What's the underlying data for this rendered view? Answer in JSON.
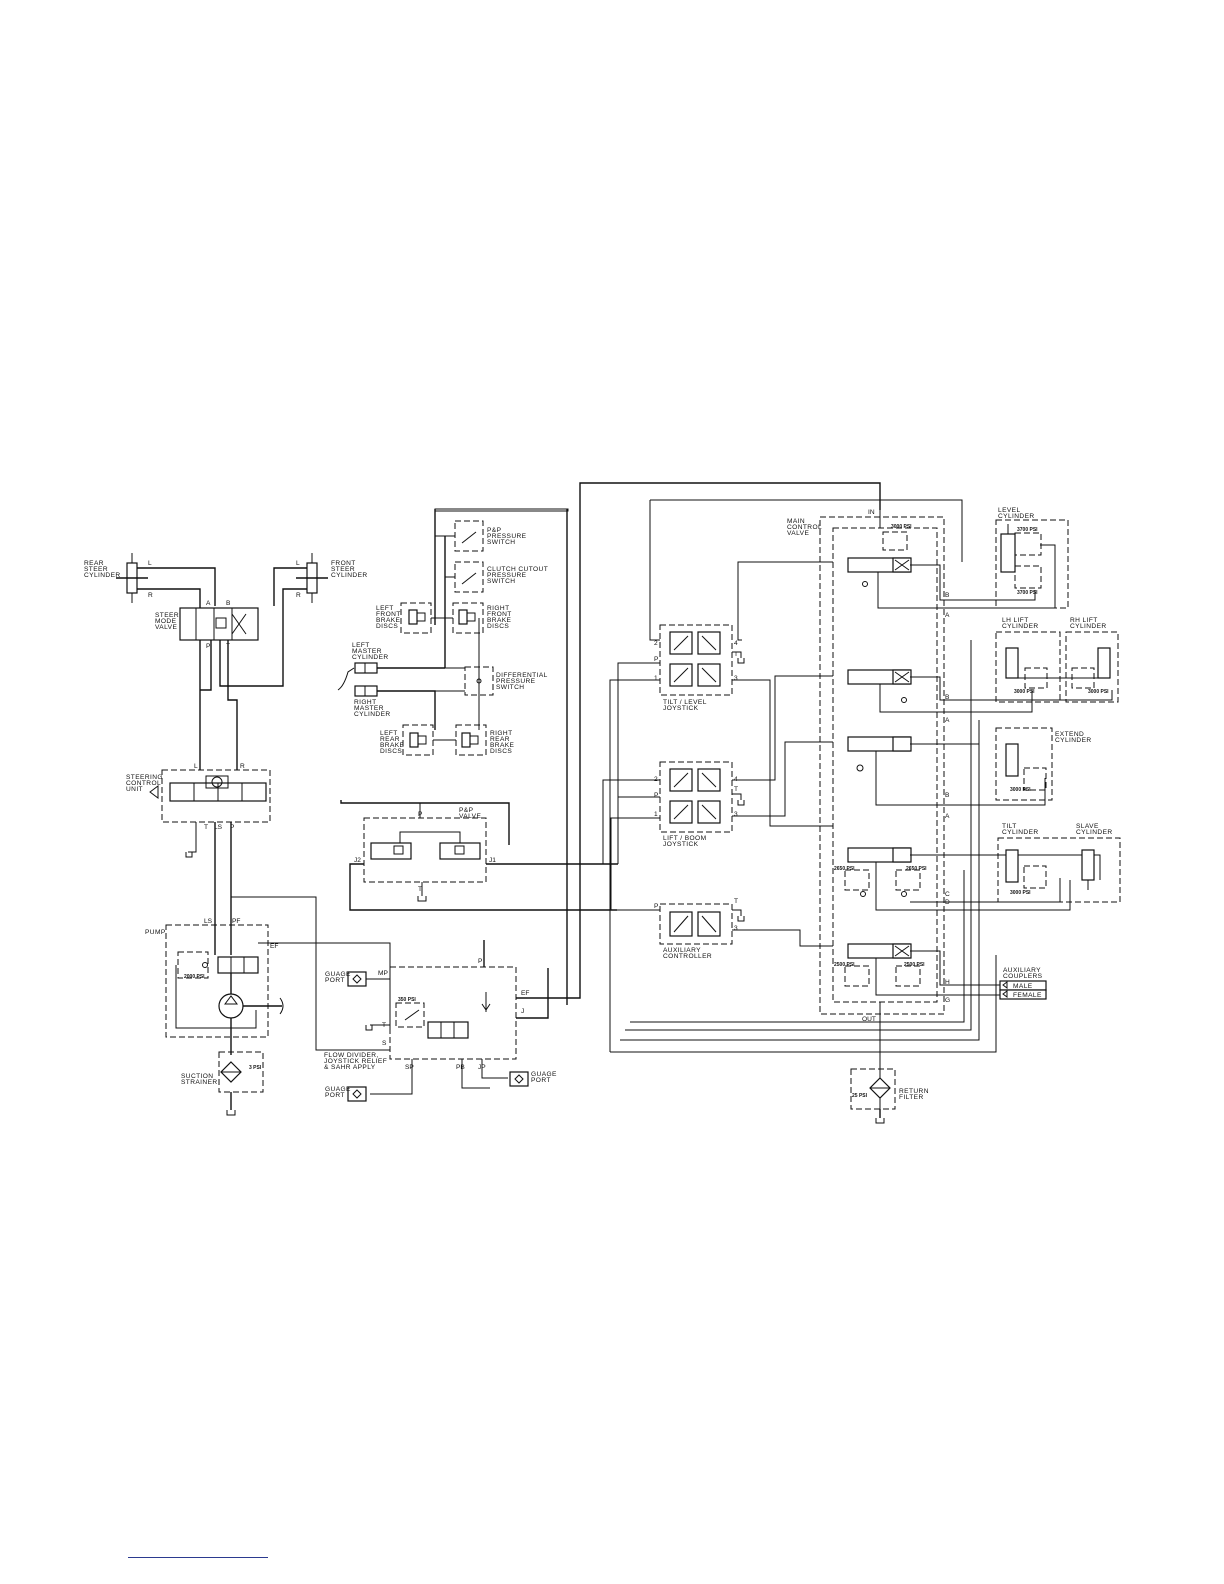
{
  "labels": {
    "rear_steer": [
      "REAR",
      "STEER",
      "CYLINDER"
    ],
    "front_steer": [
      "FRONT",
      "STEER",
      "CYLINDER"
    ],
    "steer_mode": [
      "STEER",
      "MODE",
      "VALVE"
    ],
    "steering_control": [
      "STEERING",
      "CONTROL",
      "UNIT"
    ],
    "pump": "PUMP",
    "suction_strainer": [
      "SUCTION",
      "STRAINER"
    ],
    "pp_pressure_switch": [
      "P&P",
      "PRESSURE",
      "SWITCH"
    ],
    "clutch_cutout": [
      "CLUTCH CUTOUT",
      "PRESSURE",
      "SWITCH"
    ],
    "left_front_brake": [
      "LEFT",
      "FRONT",
      "BRAKE",
      "DISCS"
    ],
    "right_front_brake": [
      "RIGHT",
      "FRONT",
      "BRAKE",
      "DISCS"
    ],
    "left_master": [
      "LEFT",
      "MASTER",
      "CYLINDER"
    ],
    "right_master": [
      "RIGHT",
      "MASTER",
      "CYLINDER"
    ],
    "differential": [
      "DIFFERENTIAL",
      "PRESSURE",
      "SWITCH"
    ],
    "left_rear_brake": [
      "LEFT",
      "REAR",
      "BRAKE",
      "DISCS"
    ],
    "right_rear_brake": [
      "RIGHT",
      "REAR",
      "BRAKE",
      "DISCS"
    ],
    "pp_valve": [
      "P&P",
      "VALVE"
    ],
    "guage_port_a": [
      "GUAGE",
      "PORT"
    ],
    "guage_port_b": [
      "GUAGE",
      "PORT"
    ],
    "guage_port_c": [
      "GUAGE",
      "PORT"
    ],
    "flow_divider": [
      "FLOW DIVIDER,",
      "JOYSTICK RELIEF",
      "& SAHR APPLY"
    ],
    "tilt_level": [
      "TILT / LEVEL",
      "JOYSTICK"
    ],
    "lift_boom": [
      "LIFT / BOOM",
      "JOYSTICK"
    ],
    "auxiliary_controller": [
      "AUXILIARY",
      "CONTROLLER"
    ],
    "main_control": [
      "MAIN",
      "CONTROL",
      "VALVE"
    ],
    "level_cylinder": [
      "LEVEL",
      "CYLINDER"
    ],
    "lh_lift": [
      "LH LIFT",
      "CYLINDER"
    ],
    "rh_lift": [
      "RH LIFT",
      "CYLINDER"
    ],
    "extend_cylinder": [
      "EXTEND",
      "CYLINDER"
    ],
    "tilt_cylinder": [
      "TILT",
      "CYLINDER"
    ],
    "slave_cylinder": [
      "SLAVE",
      "CYLINDER"
    ],
    "auxiliary_couplers": [
      "AUXILIARY",
      "COUPLERS"
    ],
    "male": "MALE",
    "female": "FEMALE",
    "return_filter": [
      "RETURN",
      "FILTER"
    ]
  },
  "ports": {
    "L": "L",
    "R": "R",
    "A": "A",
    "B": "B",
    "P": "P",
    "T": "T",
    "LS": "LS",
    "PF": "PF",
    "EF": "EF",
    "MP": "MP",
    "J": "J",
    "S": "S",
    "SP": "SP",
    "PB": "PB",
    "JP": "JP",
    "J1": "J1",
    "J2": "J2",
    "IN": "IN",
    "OUT": "OUT",
    "C": "C",
    "D": "D",
    "G": "G",
    "H": "H",
    "n1": "1",
    "n2": "2",
    "n3": "3",
    "n4": "4"
  },
  "pressures": {
    "p2000": "2000 PSI",
    "p3000": "3000 PSI",
    "p3700": "3700 PSI",
    "p2500": "2500 PSI",
    "p2650": "2650 PSI",
    "p350": "350 PSI",
    "p3": "3 PSI",
    "p25": "25 PSI"
  }
}
